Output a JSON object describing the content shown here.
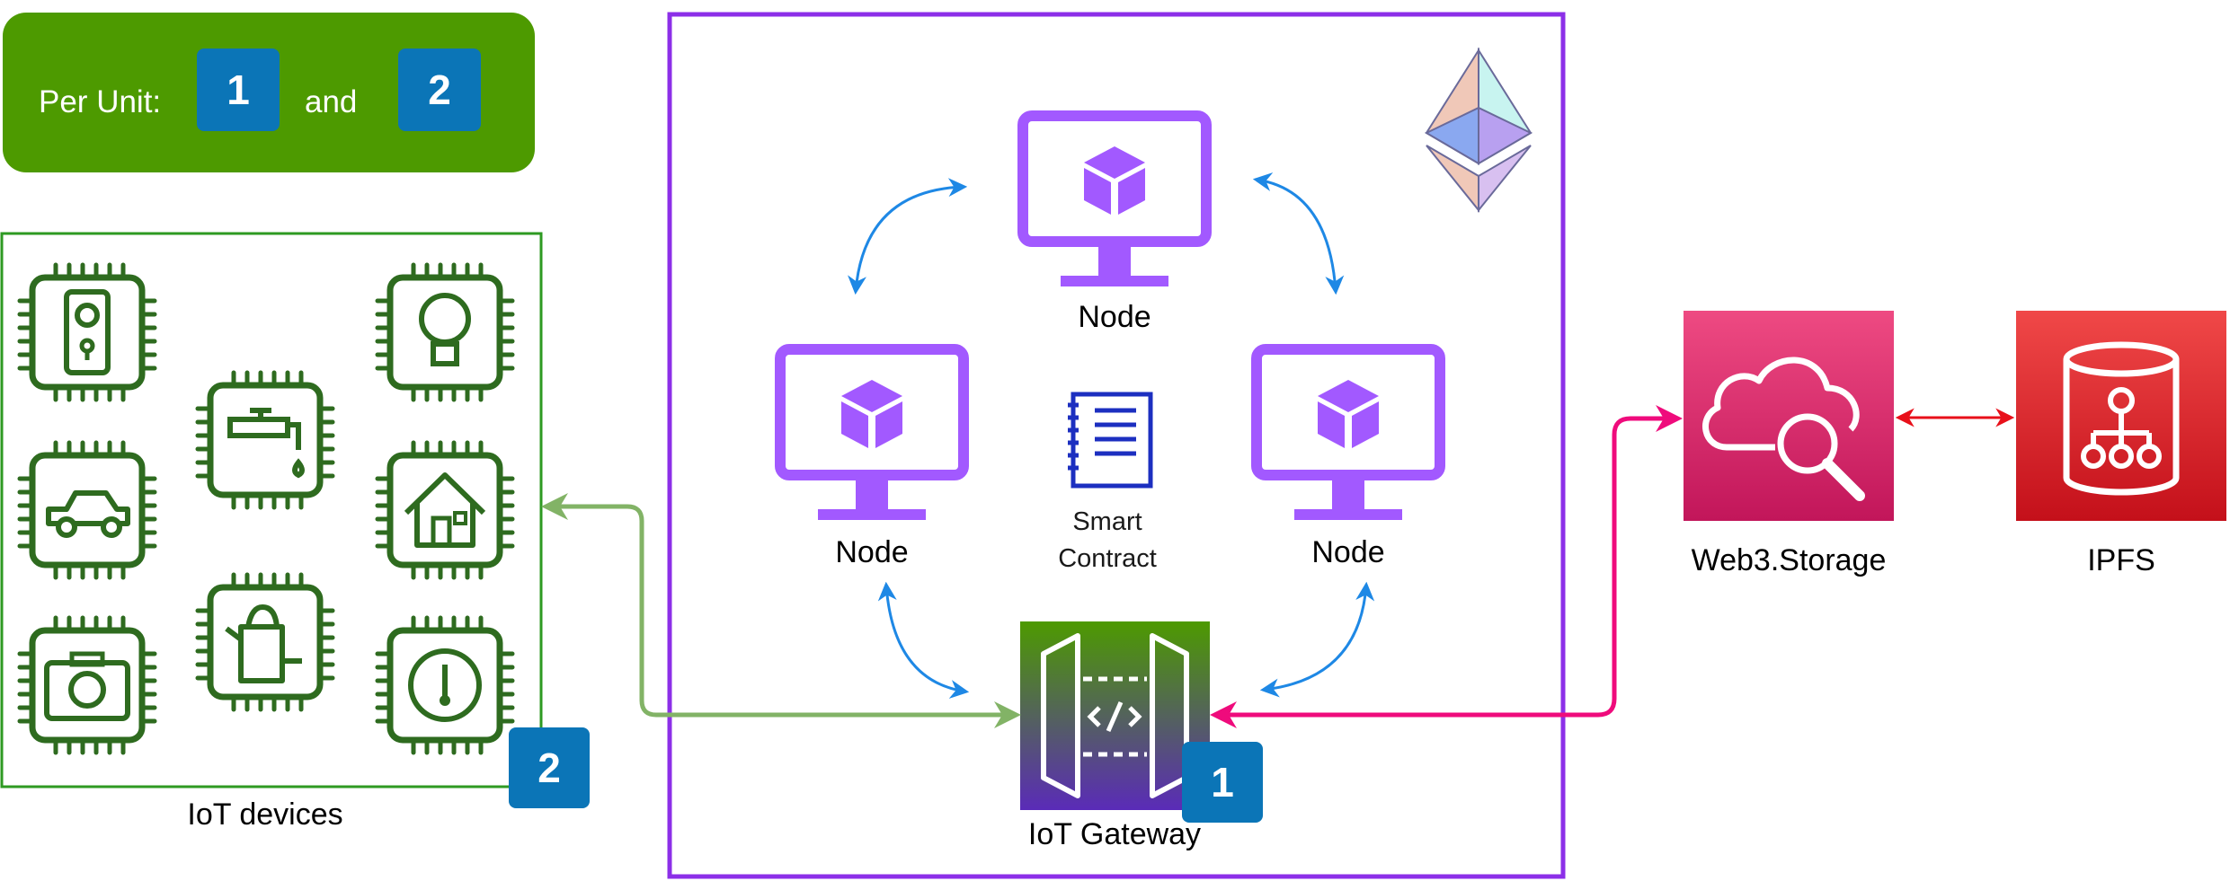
{
  "legend": {
    "prefix": "Per Unit:",
    "badge1": "1",
    "conjunction": "and",
    "badge2": "2"
  },
  "nodes": {
    "top": "Node",
    "left": "Node",
    "right": "Node"
  },
  "contract": {
    "line1": "Smart",
    "line2": "Contract"
  },
  "gateway": {
    "label": "IoT Gateway",
    "badge": "1"
  },
  "iot": {
    "label": "IoT devices",
    "badge": "2"
  },
  "storage": {
    "label": "Web3.Storage"
  },
  "ipfs": {
    "label": "IPFS"
  },
  "colors": {
    "legend_bg": "#4d9a00",
    "badge": "#0b75b7",
    "node": "#a259ff",
    "frame": "#8c2fe8",
    "iot_green": "#2e6b1f",
    "blue_arrow": "#1e88e5",
    "green_arrow": "#82b366",
    "pink_arrow": "#ef0b7c",
    "red_arrow": "#e8101a",
    "storage_bg": "#d6246e",
    "ipfs_bg": "#d01419"
  },
  "icons": [
    "ethereum-icon",
    "monitor-cube-icon",
    "document-icon",
    "api-gateway-icon",
    "cloud-search-icon",
    "database-tree-icon",
    "doorbell-chip-icon",
    "faucet-chip-icon",
    "bulb-chip-icon",
    "car-chip-icon",
    "house-chip-icon",
    "camera-chip-icon",
    "kettle-chip-icon",
    "gauge-chip-icon"
  ]
}
